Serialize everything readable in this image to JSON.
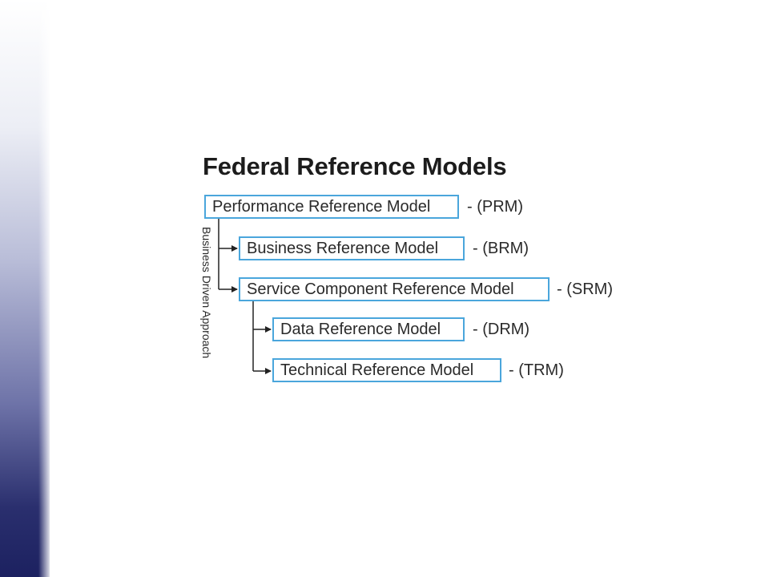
{
  "diagram": {
    "title": "Federal Reference Models",
    "side_label": "Business Driven Approach",
    "models": [
      {
        "name": "Performance Reference Model",
        "abbr": "- (PRM)"
      },
      {
        "name": "Business Reference Model",
        "abbr": "- (BRM)"
      },
      {
        "name": "Service Component Reference Model",
        "abbr": "- (SRM)"
      },
      {
        "name": "Data Reference Model",
        "abbr": "- (DRM)"
      },
      {
        "name": "Technical Reference Model",
        "abbr": "- (TRM)"
      }
    ]
  },
  "colors": {
    "box_border": "#4aa6dc",
    "text": "#2a2a2a",
    "title": "#1c1c1c",
    "side_bar": "#1c2160"
  }
}
